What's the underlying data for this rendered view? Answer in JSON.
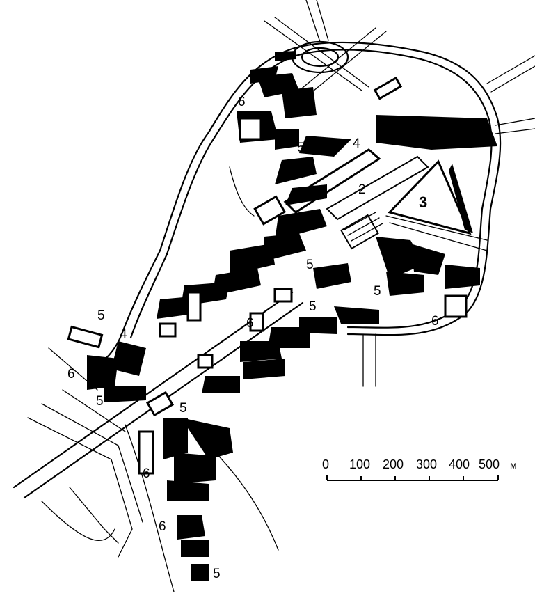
{
  "map": {
    "zone_labels": [
      "2",
      "3",
      "4",
      "4",
      "5",
      "5",
      "5",
      "5",
      "5",
      "5",
      "5",
      "5",
      "6",
      "6",
      "6",
      "6",
      "6",
      "6"
    ],
    "scale": {
      "ticks": [
        "0",
        "100",
        "200",
        "300",
        "400",
        "500"
      ],
      "unit": "м"
    }
  }
}
